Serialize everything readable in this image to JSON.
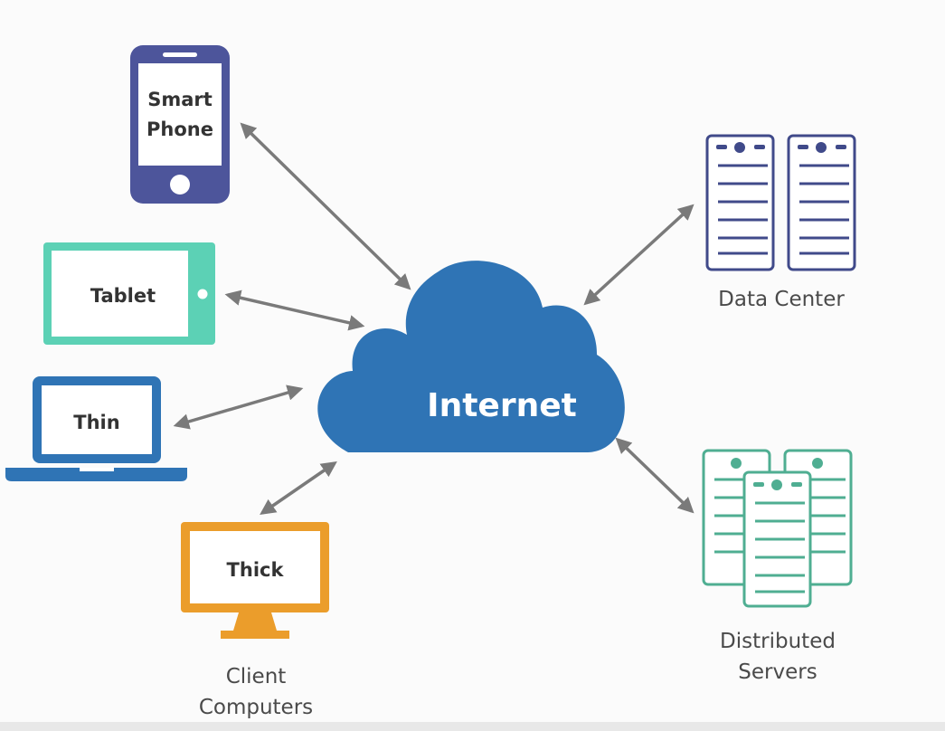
{
  "diagram": {
    "center": {
      "label": "Internet"
    },
    "devices": {
      "smartphone": {
        "label_line1": "Smart",
        "label_line2": "Phone"
      },
      "tablet": {
        "label": "Tablet"
      },
      "thin": {
        "label": "Thin"
      },
      "thick": {
        "label": "Thick"
      }
    },
    "groups": {
      "client_computers": {
        "line1": "Client",
        "line2": "Computers"
      },
      "data_center": {
        "label": "Data Center"
      },
      "distributed_servers": {
        "line1": "Distributed",
        "line2": "Servers"
      }
    },
    "colors": {
      "cloud": "#2f74b5",
      "smartphone": "#4d559b",
      "tablet": "#5cd1b5",
      "laptop": "#2f74b5",
      "monitor": "#eb9d2b",
      "data_center": "#404a8a",
      "distributed": "#4fae92",
      "arrow": "#7a7a7a"
    }
  }
}
